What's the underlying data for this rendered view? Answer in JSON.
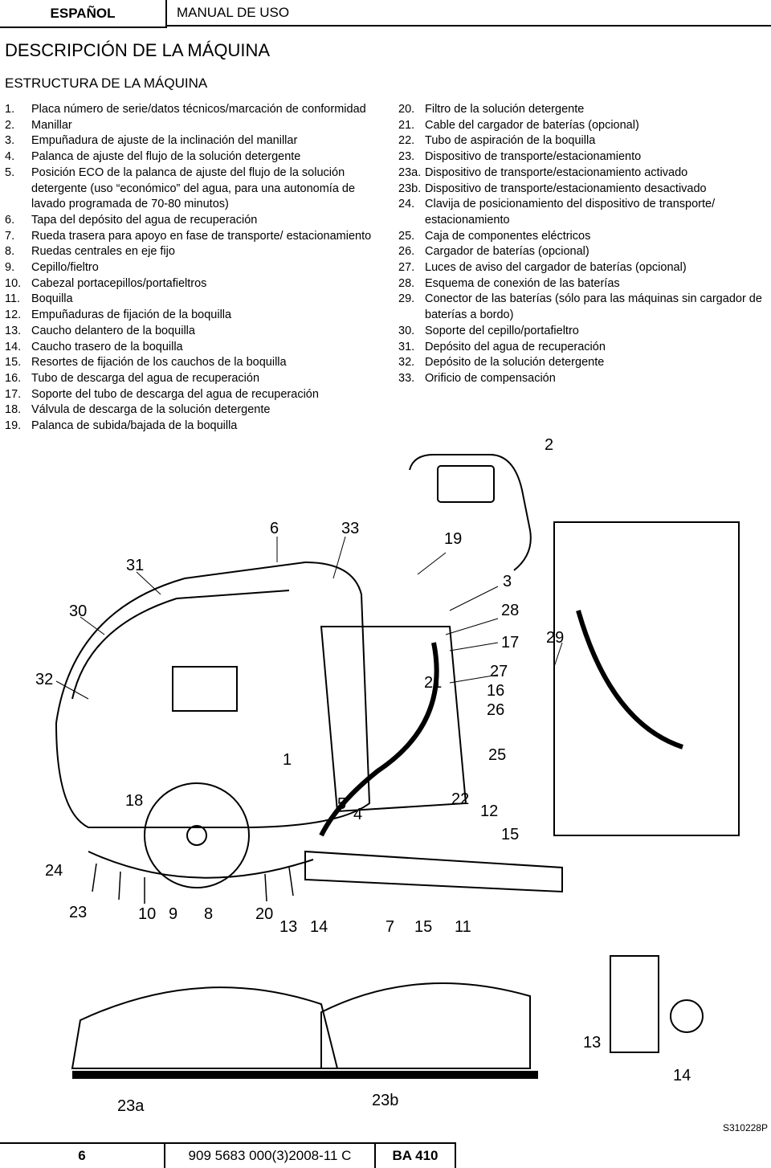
{
  "header": {
    "language": "ESPAÑOL",
    "manual": "MANUAL DE USO"
  },
  "section_title": "DESCRIPCIÓN DE LA MÁQUINA",
  "subsection_title": "ESTRUCTURA DE LA MÁQUINA",
  "parts_left": [
    {
      "num": "1.",
      "text": "Placa número de serie/datos técnicos/marcación de conformidad"
    },
    {
      "num": "2.",
      "text": "Manillar"
    },
    {
      "num": "3.",
      "text": "Empuñadura de ajuste de la inclinación del manillar"
    },
    {
      "num": "4.",
      "text": "Palanca de ajuste del flujo de la solución detergente"
    },
    {
      "num": "5.",
      "text": "Posición ECO de la palanca de ajuste del flujo de la solución detergente (uso “económico” del agua, para una autonomía de lavado programada de 70-80 minutos)"
    },
    {
      "num": "6.",
      "text": "Tapa del depósito del agua de recuperación"
    },
    {
      "num": "7.",
      "text": "Rueda trasera para apoyo en fase de transporte/ estacionamiento"
    },
    {
      "num": "8.",
      "text": "Ruedas centrales en eje fijo"
    },
    {
      "num": "9.",
      "text": "Cepillo/fieltro"
    },
    {
      "num": "10.",
      "text": "Cabezal portacepillos/portafieltros"
    },
    {
      "num": "11.",
      "text": "Boquilla"
    },
    {
      "num": "12.",
      "text": "Empuñaduras de fijación de la boquilla"
    },
    {
      "num": "13.",
      "text": "Caucho delantero de la boquilla"
    },
    {
      "num": "14.",
      "text": "Caucho trasero de la boquilla"
    },
    {
      "num": "15.",
      "text": "Resortes de fijación de los cauchos de la boquilla"
    },
    {
      "num": "16.",
      "text": "Tubo de descarga del agua de recuperación"
    },
    {
      "num": "17.",
      "text": "Soporte del tubo de descarga del agua de recuperación"
    },
    {
      "num": "18.",
      "text": "Válvula de descarga de la solución detergente"
    },
    {
      "num": "19.",
      "text": "Palanca de subida/bajada de la boquilla"
    }
  ],
  "parts_right": [
    {
      "num": "20.",
      "text": "Filtro de la solución detergente"
    },
    {
      "num": "21.",
      "text": "Cable del cargador de baterías (opcional)"
    },
    {
      "num": "22.",
      "text": "Tubo de aspiración de la boquilla"
    },
    {
      "num": "23.",
      "text": "Dispositivo de transporte/estacionamiento"
    },
    {
      "num": "23a.",
      "text": "Dispositivo de transporte/estacionamiento activado"
    },
    {
      "num": "23b.",
      "text": "Dispositivo de transporte/estacionamiento desactivado"
    },
    {
      "num": "24.",
      "text": "Clavija de posicionamiento del dispositivo de transporte/ estacionamiento"
    },
    {
      "num": "25.",
      "text": "Caja de componentes eléctricos"
    },
    {
      "num": "26.",
      "text": "Cargador de baterías (opcional)"
    },
    {
      "num": "27.",
      "text": "Luces de aviso del cargador de baterías (opcional)"
    },
    {
      "num": "28.",
      "text": "Esquema de conexión de las baterías"
    },
    {
      "num": "29.",
      "text": "Conector de las baterías (sólo para las máquinas sin cargador de baterías a bordo)"
    },
    {
      "num": "30.",
      "text": "Soporte del cepillo/portafieltro"
    },
    {
      "num": "31.",
      "text": "Depósito del agua de recuperación"
    },
    {
      "num": "32.",
      "text": "Depósito de la solución detergente"
    },
    {
      "num": "33.",
      "text": "Orificio de compensación"
    }
  ],
  "callouts": {
    "c2": "2",
    "c6": "6",
    "c33": "33",
    "c19": "19",
    "c31": "31",
    "c3": "3",
    "c30": "30",
    "c28": "28",
    "c17": "17",
    "c29": "29",
    "c27": "27",
    "c32": "32",
    "c21": "21",
    "c16": "16",
    "c26": "26",
    "c1": "1",
    "c25": "25",
    "c18": "18",
    "c5": "5",
    "c22": "22",
    "c4": "4",
    "c12": "12",
    "c15a": "15",
    "c24": "24",
    "c23": "23",
    "c10": "10",
    "c9": "9",
    "c8": "8",
    "c20": "20",
    "c13a": "13",
    "c14a": "14",
    "c7": "7",
    "c15b": "15",
    "c11": "11",
    "c13b": "13",
    "c14b": "14",
    "c23a": "23a",
    "c23b": "23b"
  },
  "figure_code": "S310228P",
  "footer": {
    "page": "6",
    "doc_number": "909 5683 000(3)2008-11 C",
    "model": "BA 410"
  }
}
